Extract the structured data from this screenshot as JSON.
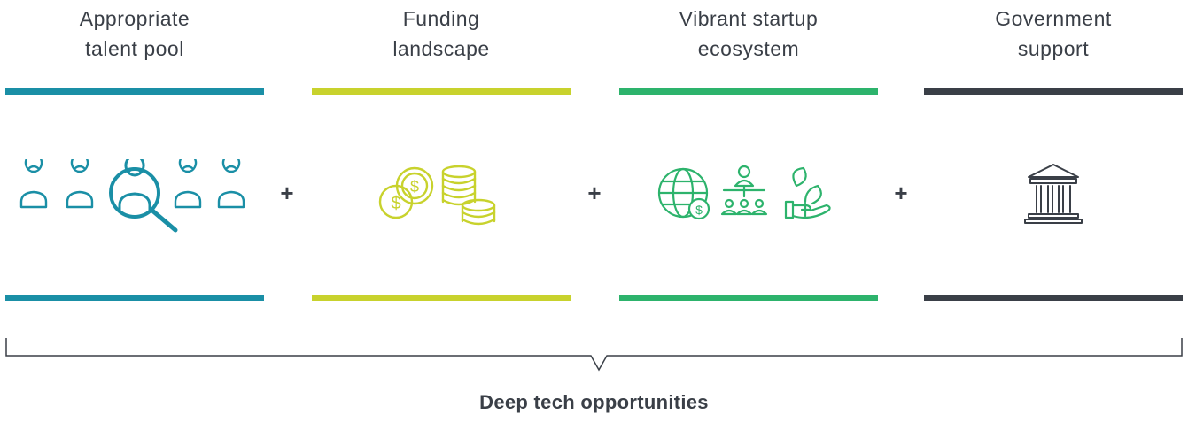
{
  "pillars": [
    {
      "title_line1": "Appropriate",
      "title_line2": "talent pool",
      "color": "#1a8fa6",
      "icon": "people-search-icon"
    },
    {
      "title_line1": "Funding",
      "title_line2": "landscape",
      "color": "#c8d22d",
      "icon": "coins-icon"
    },
    {
      "title_line1": "Vibrant startup",
      "title_line2": "ecosystem",
      "color": "#2db36c",
      "icon": "ecosystem-icons"
    },
    {
      "title_line1": "Government",
      "title_line2": "support",
      "color": "#3a3f47",
      "icon": "government-building-icon"
    }
  ],
  "operator": "+",
  "result": "Deep tech opportunities"
}
